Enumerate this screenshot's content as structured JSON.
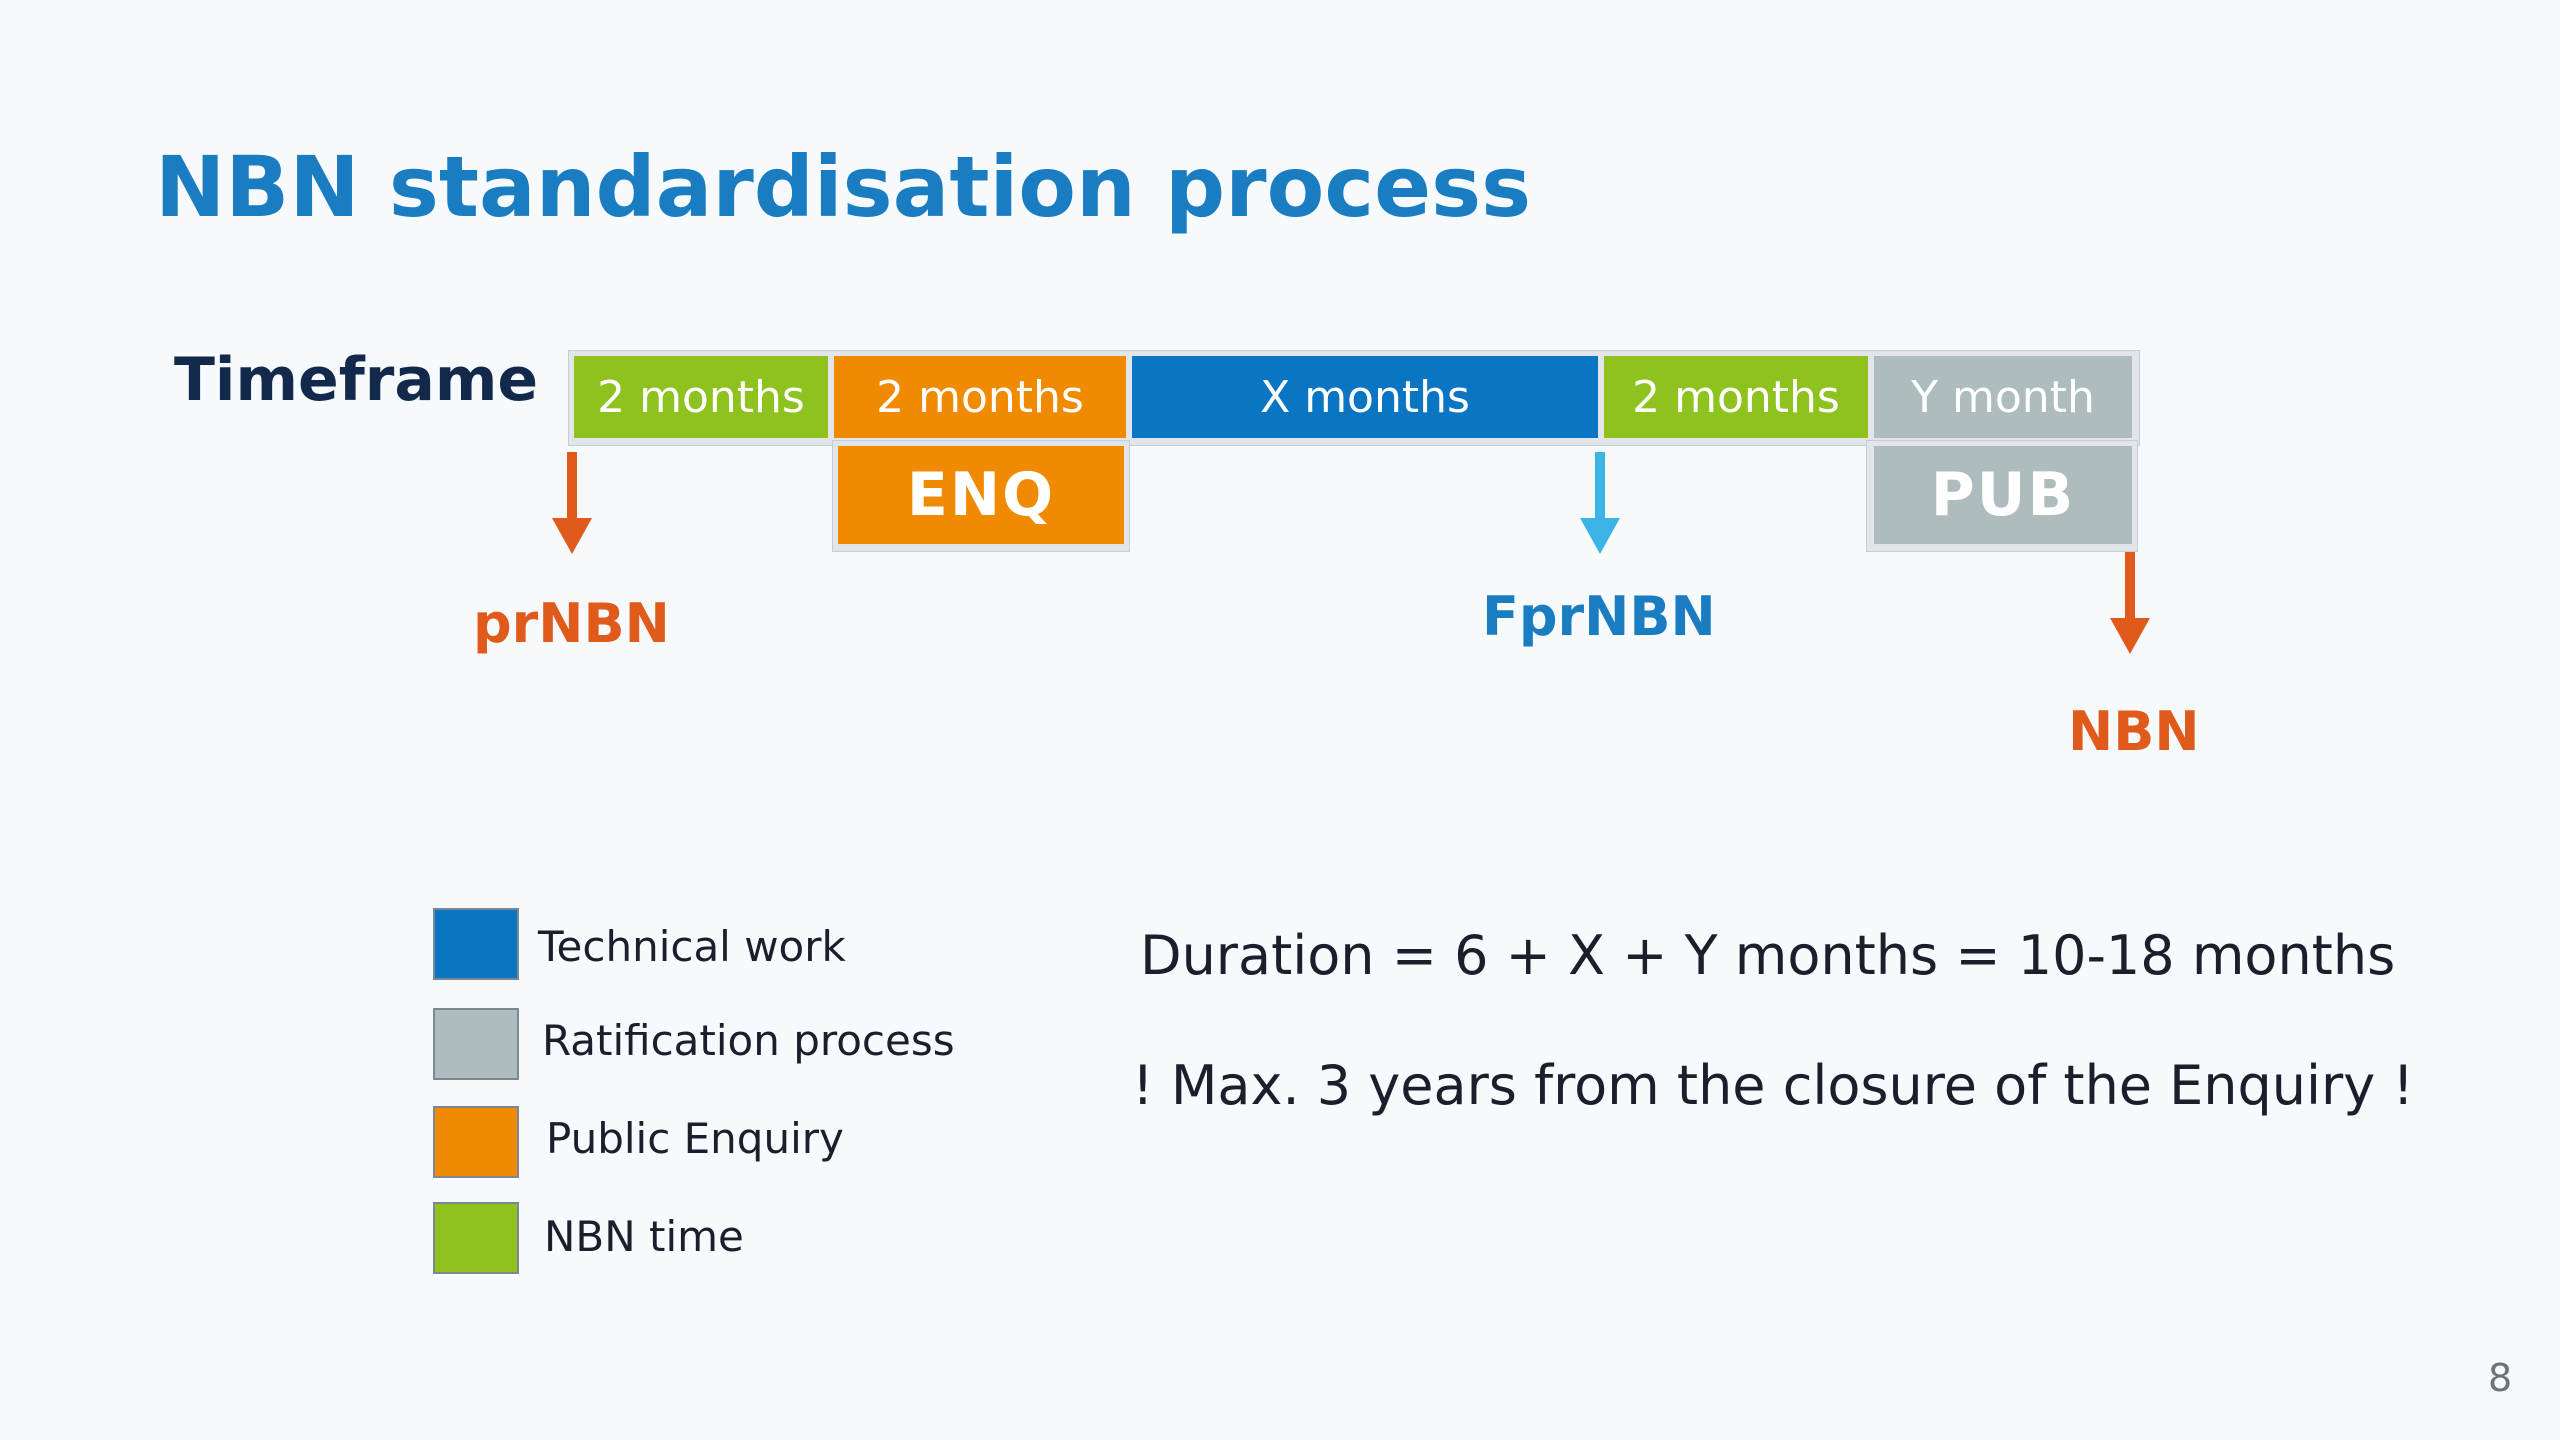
{
  "slide": {
    "title": "NBN standardisation process",
    "page_number": "8"
  },
  "timeline": {
    "label": "Timeframe",
    "segments": [
      {
        "text": "2 months",
        "color": "#8dc21f"
      },
      {
        "text": "2 months",
        "color": "#f08a00"
      },
      {
        "text": "X months",
        "color": "#0a75c2"
      },
      {
        "text": "2 months",
        "color": "#8dc21f"
      },
      {
        "text": "Y month",
        "color": "#aebcbe"
      }
    ],
    "boxes": [
      {
        "text": "ENQ",
        "color": "#f08a00"
      },
      {
        "text": "PUB",
        "color": "#aebcbe"
      }
    ],
    "markers": [
      {
        "text": "prNBN",
        "color": "#e05a1c",
        "icon": "down-arrow-icon"
      },
      {
        "text": "FprNBN",
        "color": "#1a7cc1",
        "arrow_color": "#3cb4e8",
        "icon": "down-arrow-icon"
      },
      {
        "text": "NBN",
        "color": "#e05a1c",
        "icon": "down-arrow-icon"
      }
    ]
  },
  "legend": [
    {
      "label": "Technical work",
      "color": "#0a75c2"
    },
    {
      "label": "Ratification process",
      "color": "#aebcbe"
    },
    {
      "label": "Public Enquiry",
      "color": "#f08a00"
    },
    {
      "label": "NBN time",
      "color": "#8dc21f"
    }
  ],
  "notes": {
    "duration": "Duration = 6 + X + Y months = 10-18 months",
    "max_years": "! Max. 3 years from the closure of the Enquiry !"
  }
}
